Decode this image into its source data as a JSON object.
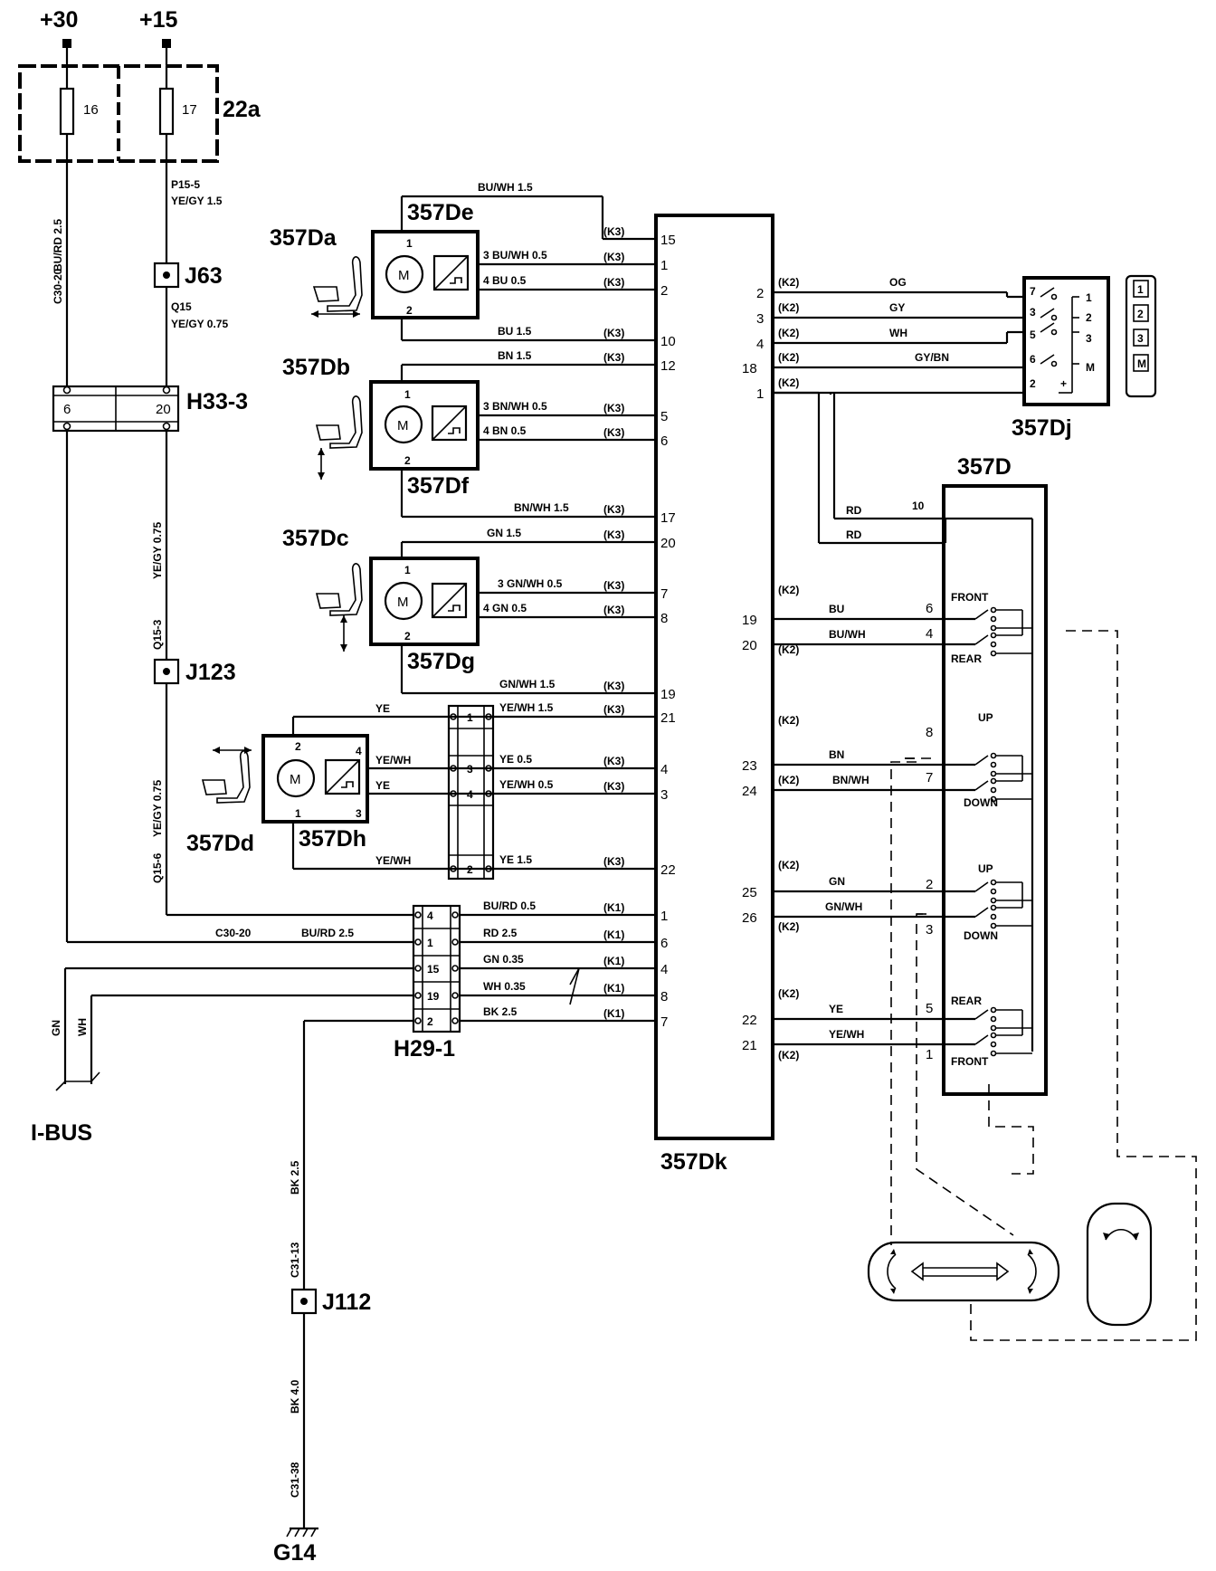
{
  "supply": {
    "p30": "+30",
    "p15": "+15"
  },
  "fusebox": {
    "name": "22a",
    "f16": "16",
    "f17": "17"
  },
  "wires": {
    "burd25": "BU/RD 2.5",
    "c3020v": "C30-20",
    "p155": "P15-5",
    "yegy15": "YE/GY  1.5",
    "q15": "Q15",
    "yegy075": "YE/GY 0.75",
    "q153": "Q15-3",
    "yegy075b": "YE/GY 0.75",
    "yegy075c": "YE/GY 0.75",
    "q156": "Q15-6",
    "c3020h": "C30-20",
    "burd25h": "BU/RD 2.5",
    "gn": "GN",
    "wh": "WH",
    "bk25": "BK 2.5",
    "c3113": "C31-13",
    "bk40": "BK 4.0",
    "c3138": "C31-38"
  },
  "junctions": {
    "j63": "J63",
    "j123": "J123",
    "j112": "J112",
    "h333": "H33-3",
    "h333_p6": "6",
    "h333_p20": "20",
    "h291": "H29-1",
    "g14": "G14",
    "ibus": "I-BUS"
  },
  "h291_pins": [
    "4",
    "1",
    "15",
    "19",
    "2"
  ],
  "sw_pins": [
    "1",
    "3",
    "4",
    "2"
  ],
  "components": {
    "da": "357Da",
    "db": "357Db",
    "dc": "357Dc",
    "dd": "357Dd",
    "de": "357De",
    "df": "357Df",
    "dg": "357Dg",
    "dh": "357Dh",
    "dk": "357Dk",
    "dj": "357Dj",
    "d": "357D",
    "m": "M"
  },
  "motor_pins": {
    "p1": "1",
    "p2": "2",
    "p3": "3",
    "p4": "4"
  },
  "dk_left": [
    {
      "wire": "BU/WH 1.5",
      "conn": "(K3)",
      "pin": "15"
    },
    {
      "wire": "3 BU/WH 0.5",
      "conn": "(K3)",
      "pin": "1"
    },
    {
      "wire": "4 BU 0.5",
      "conn": "(K3)",
      "pin": "2"
    },
    {
      "wire": "BU 1.5",
      "conn": "(K3)",
      "pin": "10"
    },
    {
      "wire": "BN 1.5",
      "conn": "(K3)",
      "pin": "12"
    },
    {
      "wire": "3 BN/WH 0.5",
      "conn": "(K3)",
      "pin": "5"
    },
    {
      "wire": "4 BN 0.5",
      "conn": "(K3)",
      "pin": "6"
    },
    {
      "wire": "BN/WH 1.5",
      "conn": "(K3)",
      "pin": "17"
    },
    {
      "wire": "GN 1.5",
      "conn": "(K3)",
      "pin": "20"
    },
    {
      "wire": "3 GN/WH 0.5",
      "conn": "(K3)",
      "pin": "7"
    },
    {
      "wire": "4 GN 0.5",
      "conn": "(K3)",
      "pin": "8"
    },
    {
      "wire": "GN/WH 1.5",
      "conn": "(K3)",
      "pin": "19"
    },
    {
      "wire": "YE/WH 1.5",
      "conn": "(K3)",
      "pin": "21"
    },
    {
      "wire": "YE 0.5",
      "conn": "(K3)",
      "pin": "4"
    },
    {
      "wire": "YE/WH 0.5",
      "conn": "(K3)",
      "pin": "3"
    },
    {
      "wire": "YE 1.5",
      "conn": "(K3)",
      "pin": "22"
    },
    {
      "wire": "BU/RD 0.5",
      "conn": "(K1)",
      "pin": "1"
    },
    {
      "wire": "RD 2.5",
      "conn": "(K1)",
      "pin": "6"
    },
    {
      "wire": "GN 0.35",
      "conn": "(K1)",
      "pin": "4"
    },
    {
      "wire": "WH 0.35",
      "conn": "(K1)",
      "pin": "8"
    },
    {
      "wire": "BK  2.5",
      "conn": "(K1)",
      "pin": "7"
    }
  ],
  "dd_wires": {
    "ye_top": "YE",
    "yewh_4": "YE/WH",
    "ye_3": "YE",
    "yewh_bot": "YE/WH"
  },
  "dk_right": [
    {
      "pin": "2",
      "conn": "(K2)",
      "wire": "OG"
    },
    {
      "pin": "3",
      "conn": "(K2)",
      "wire": "GY"
    },
    {
      "pin": "4",
      "conn": "(K2)",
      "wire": "WH"
    },
    {
      "pin": "18",
      "conn": "(K2)",
      "wire": "GY/BN"
    },
    {
      "pin": "1",
      "conn": "(K2)",
      "wire": "RD"
    },
    {
      "pin": "19",
      "conn": "(K2)",
      "wire": "BU"
    },
    {
      "pin": "20",
      "conn": "(K2)",
      "wire": "BU/WH"
    },
    {
      "pin": "23",
      "conn": "(K2)",
      "wire": "BN"
    },
    {
      "pin": "24",
      "conn": "(K2)",
      "wire": "BN/WH"
    },
    {
      "pin": "25",
      "conn": "(K2)",
      "wire": "GN"
    },
    {
      "pin": "26",
      "conn": "(K2)",
      "wire": "GN/WH"
    },
    {
      "pin": "22",
      "conn": "(K2)",
      "wire": "YE"
    },
    {
      "pin": "21",
      "conn": "(K2)",
      "wire": "YE/WH"
    }
  ],
  "rd_lower": "RD",
  "dj_pins": {
    "l7": "7",
    "l3": "3",
    "l5": "5",
    "l6": "6",
    "l2": "2",
    "r1": "1",
    "r2": "2",
    "r3": "3",
    "rm": "M",
    "plus": "+"
  },
  "memory_buttons": [
    "1",
    "2",
    "3",
    "M"
  ],
  "d_switch": {
    "p10": "10",
    "p6": "6",
    "p4": "4",
    "p8": "8",
    "p7": "7",
    "p2": "2",
    "p3": "3",
    "p5": "5",
    "p1": "1",
    "front": "FRONT",
    "rear": "REAR",
    "up": "UP",
    "down": "DOWN",
    "up2": "UP",
    "down2": "DOWN",
    "rear2": "REAR",
    "front2": "FRONT"
  }
}
